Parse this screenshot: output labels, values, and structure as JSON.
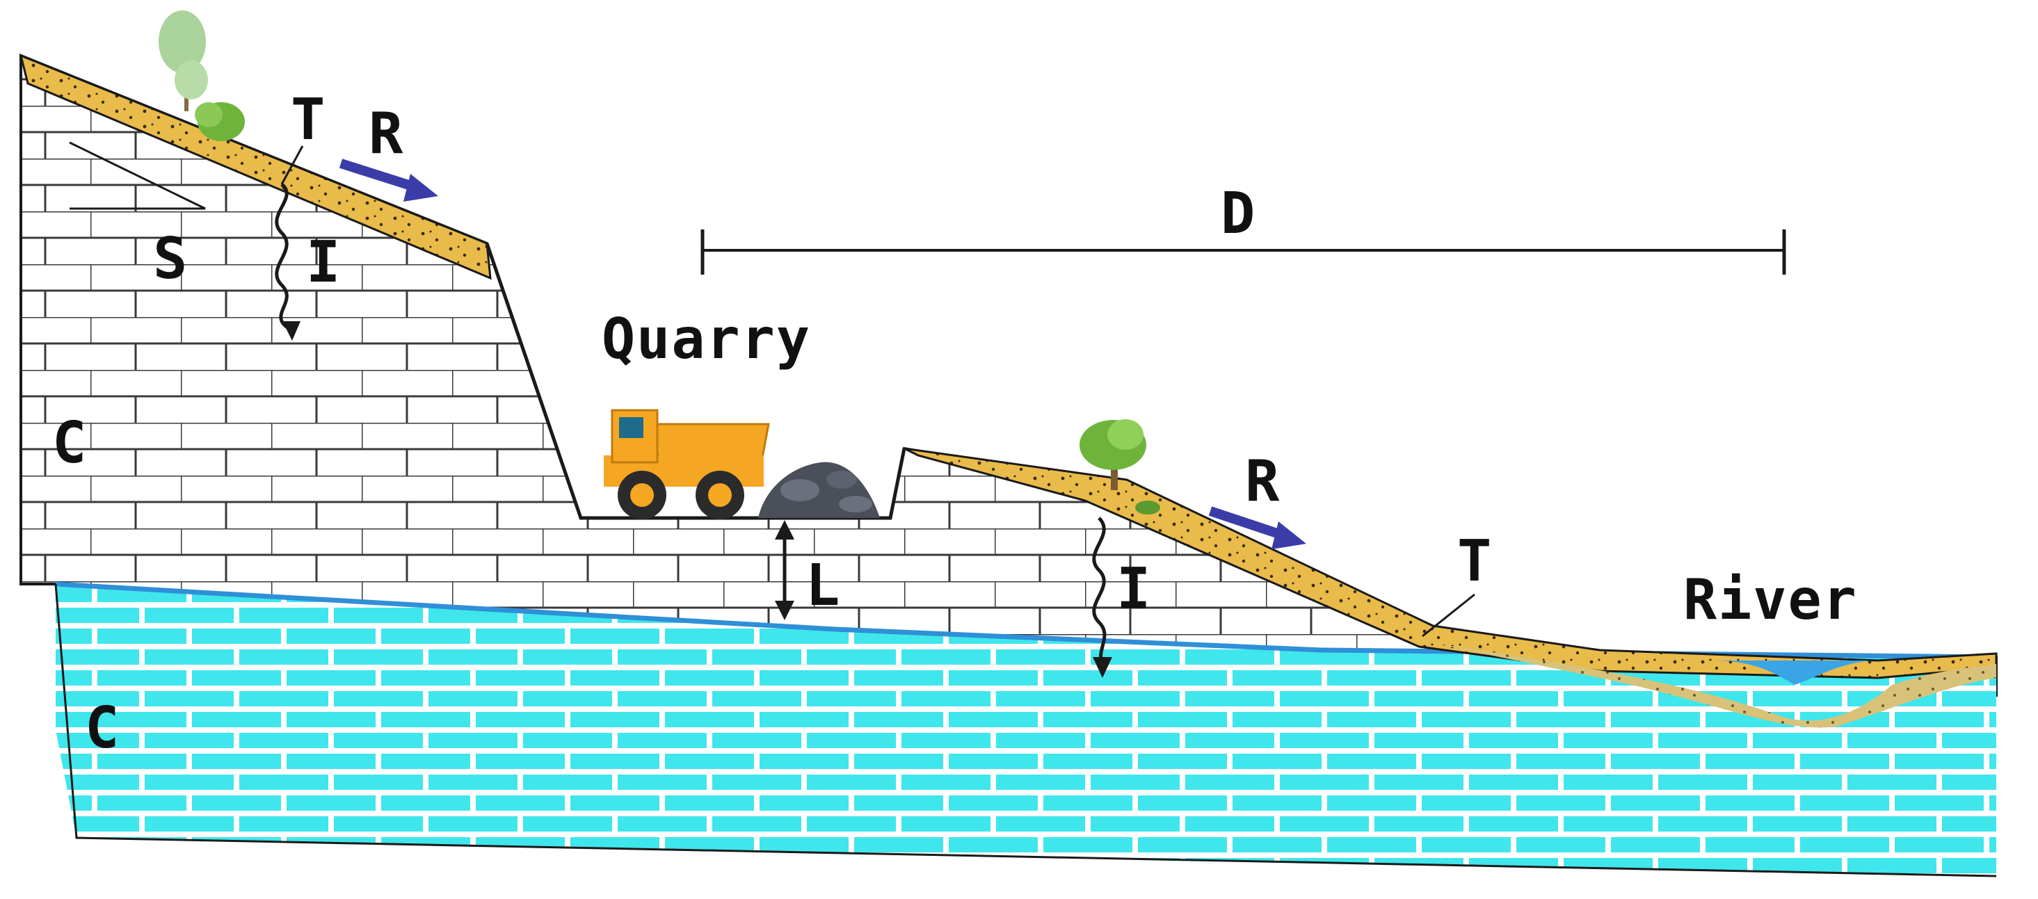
{
  "labels": {
    "topsoil_upper": "T",
    "runoff_upper": "R",
    "slope": "S",
    "infiltration_upper": "I",
    "limestone_upper": "C",
    "quarry": "Quarry",
    "distance": "D",
    "vertical_distance": "L",
    "runoff_lower": "R",
    "infiltration_lower": "I",
    "topsoil_lower": "T",
    "river": "River",
    "limestone_lower": "C"
  },
  "colors": {
    "limestone_dry": "#ffffff",
    "limestone_saturated": "#3fe6ec",
    "brick_line": "#2b2b2b",
    "water_table": "#2f8fd8",
    "soil": "#e9bb4a",
    "soil_dots": "#3a2a10",
    "arrow_blue": "#3a3da8",
    "truck": "#f5a623",
    "rock_pile": "#4a4f5a",
    "tree_green": "#6fb43a",
    "river_water": "#3aa5e6",
    "alluvium": "#d8c27a"
  },
  "icons": [
    "tree-icon",
    "dump-truck-icon",
    "rock-pile-icon",
    "wavy-arrow-icon",
    "blue-arrow-icon"
  ]
}
